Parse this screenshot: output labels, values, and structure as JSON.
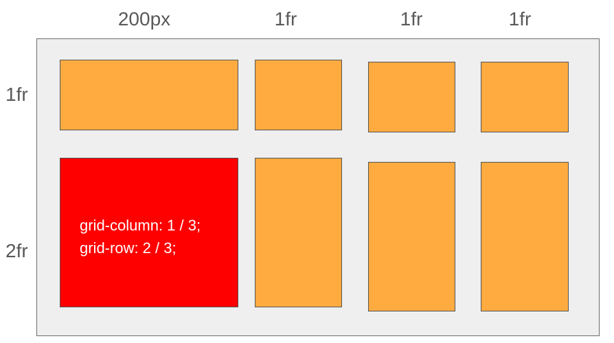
{
  "columns": {
    "labels": [
      "200px",
      "1fr",
      "1fr",
      "1fr"
    ]
  },
  "rows": {
    "labels": [
      "1fr",
      "2fr"
    ]
  },
  "highlighted_item": {
    "line1": "grid-column: 1 / 3;",
    "line2": "grid-row: 2 / 3;"
  },
  "colors": {
    "container_background": "#efefef",
    "grid_item": "#ffab40",
    "highlighted_item": "#ff0000",
    "label_text": "#595959"
  }
}
